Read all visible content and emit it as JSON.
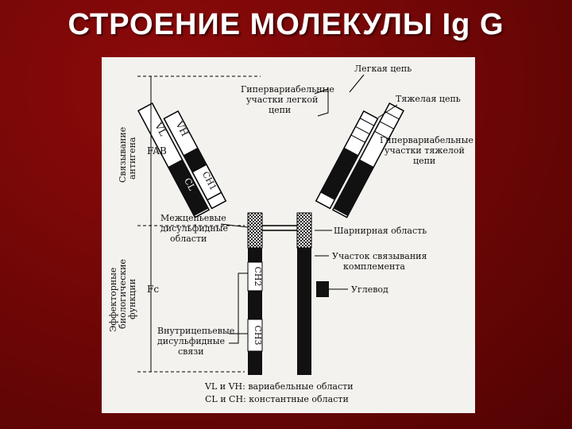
{
  "title": "СТРОЕНИЕ  МОЛЕКУЛЫ Ig G",
  "diagram": {
    "labels": {
      "light_chain": "Легкая цепь",
      "heavy_chain": "Тяжелая цепь",
      "hv_light_1": "Гипервариабельные",
      "hv_light_2": "участки легкой",
      "hv_light_3": "цепи",
      "hv_heavy_1": "Гипервариабельные",
      "hv_heavy_2": "участки тяжелой",
      "hv_heavy_3": "цепи",
      "vl": "VL",
      "vh": "VH",
      "cl": "CL",
      "ch1": "CH1",
      "ch2": "CH2",
      "ch3": "CH3",
      "fab": "FAB",
      "fc": "Fc",
      "antigen_1": "Связывание",
      "antigen_2": "антигена",
      "effector_1": "Эффекторные",
      "effector_2": "биологические",
      "effector_3": "функции",
      "interchain_1": "Межцепьевые",
      "interchain_2": "дисульфидные",
      "interchain_3": "области",
      "hinge": "Шарнирная область",
      "complement_1": "Участок связывания",
      "complement_2": "комплемента",
      "carbohydrate": "Углевод",
      "intrachain_1": "Внутрицепьевые",
      "intrachain_2": "дисульфидные",
      "intrachain_3": "связи",
      "legend_1": "VL и VH: вариабельные области",
      "legend_2": "CL и CH: константные области"
    }
  }
}
